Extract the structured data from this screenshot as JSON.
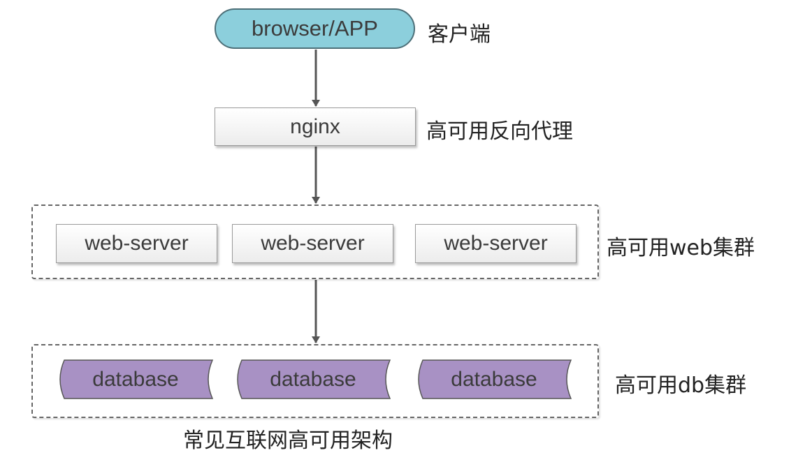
{
  "client": {
    "label": "browser/APP",
    "annotation": "客户端"
  },
  "proxy": {
    "label": "nginx",
    "annotation": "高可用反向代理"
  },
  "web_cluster": {
    "annotation": "高可用web集群",
    "servers": [
      {
        "label": "web-server"
      },
      {
        "label": "web-server"
      },
      {
        "label": "web-server"
      }
    ]
  },
  "db_cluster": {
    "annotation": "高可用db集群",
    "databases": [
      {
        "label": "database"
      },
      {
        "label": "database"
      },
      {
        "label": "database"
      }
    ]
  },
  "caption": "常见互联网高可用架构",
  "colors": {
    "client_fill": "#8ccfdc",
    "database_fill": "#a891c4",
    "box_fill": "#f2f2f2",
    "arrow": "#555555"
  }
}
